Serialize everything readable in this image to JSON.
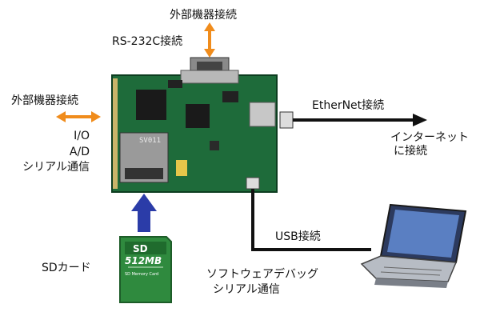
{
  "labels": {
    "top_external": "外部機器接続",
    "rs232c": "RS-232C接続",
    "left_external": "外部機器接続",
    "io": "I/O",
    "ad": "A/D",
    "serial_left": "シリアル通信",
    "ethernet": "EtherNet接続",
    "internet_line1": "インターネット",
    "internet_line2": "に接続",
    "usb": "USB接続",
    "sd_card": "SDカード",
    "software_debug": "ソフトウェアデバッグ",
    "serial_bottom": "シリアル通信"
  },
  "board": {
    "silkscreen": "SV011"
  },
  "sd": {
    "brand": "SD",
    "capacity": "512MB",
    "subtitle": "SD Memory Card"
  },
  "colors": {
    "arrow_orange": "#f08c1c",
    "arrow_blue": "#2b3ca8",
    "board_green": "#1e6b3a",
    "cable_black": "#111111"
  },
  "icons": [
    "connector-arrow-icon",
    "upload-arrow-icon",
    "laptop-icon",
    "sd-card-icon",
    "pcb-board-icon"
  ]
}
